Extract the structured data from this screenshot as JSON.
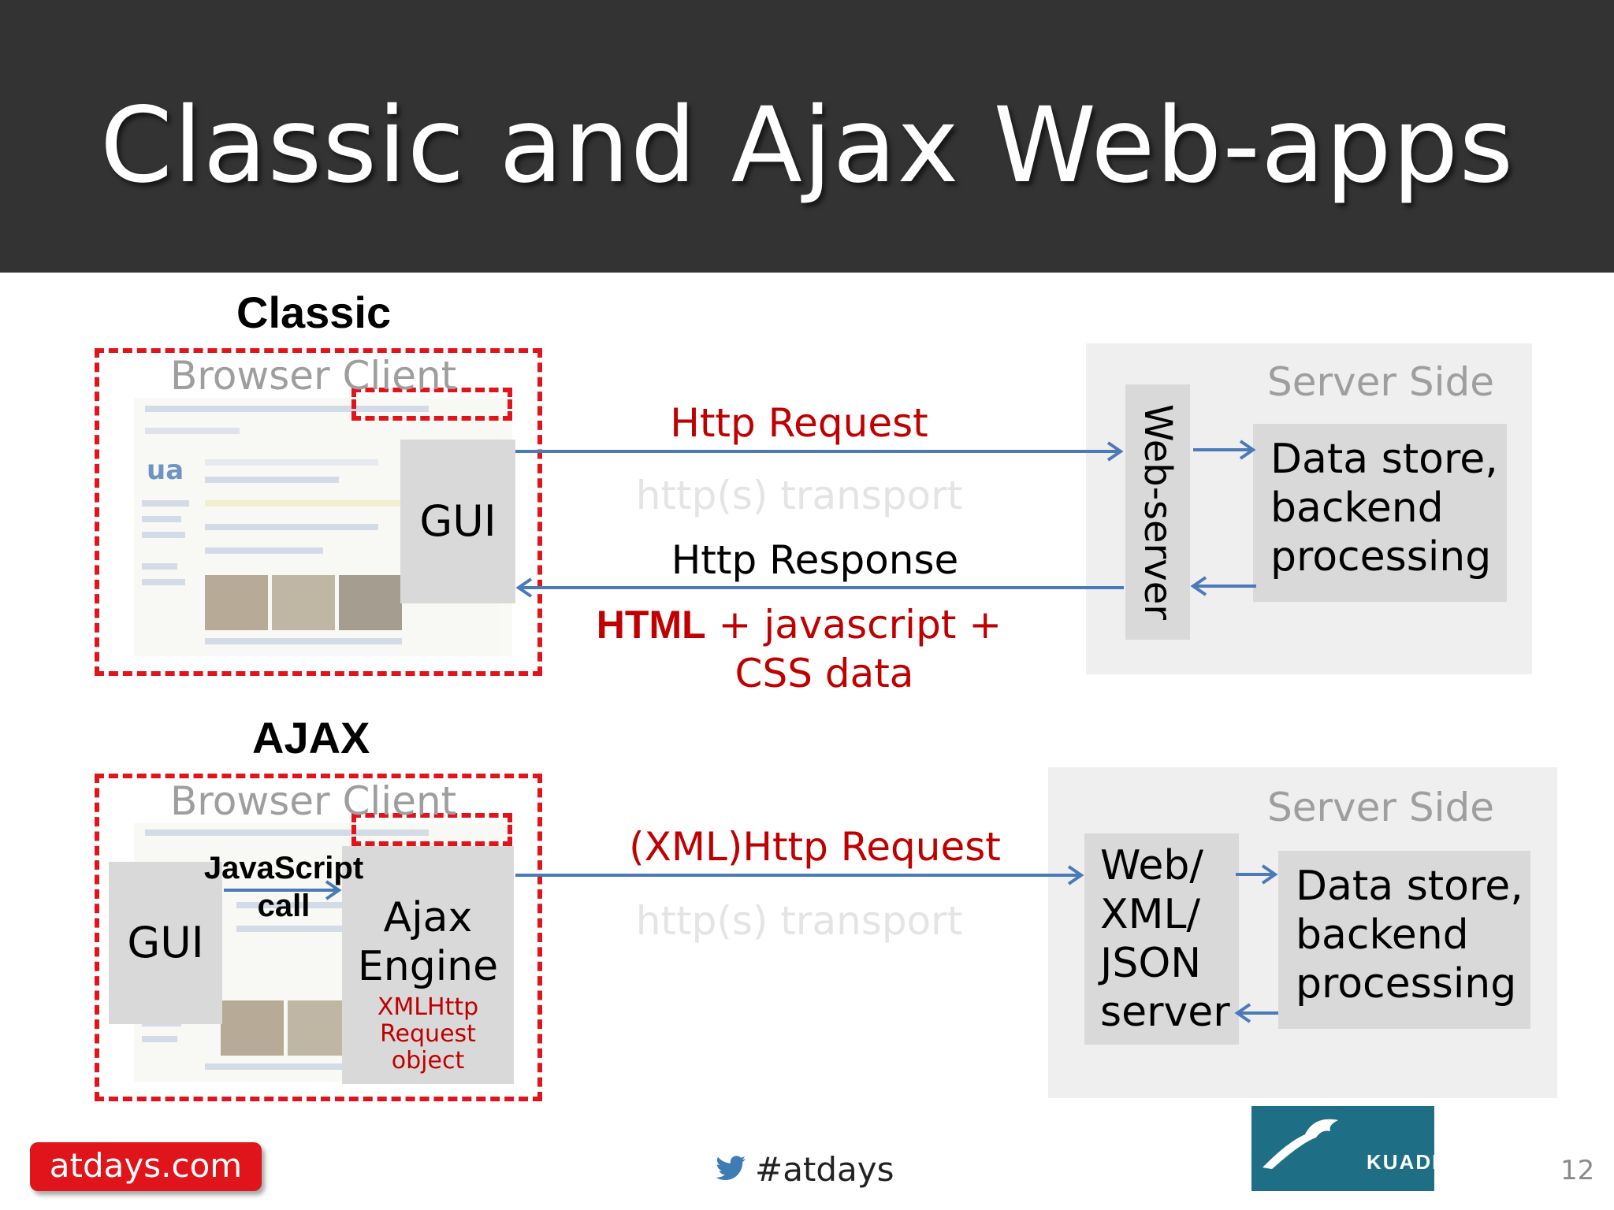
{
  "slide": {
    "title": "Classic and Ajax Web-apps",
    "page_number": "12"
  },
  "classic": {
    "label": "Classic",
    "browser_label": "Browser Client",
    "gui_label": "GUI",
    "request_label": "Http Request",
    "transport_label": "http(s) transport",
    "response_label": "Http Response",
    "payload_bold": "HTML",
    "payload_rest": " + javascript +",
    "payload_line2": "CSS data",
    "server_side_label": "Server Side",
    "webserver_label": "Web-server",
    "datastore_lines": [
      "Data store,",
      "backend",
      "processing"
    ]
  },
  "ajax": {
    "label": "AJAX",
    "browser_label": "Browser Client",
    "gui_label": "GUI",
    "js_call_lines": [
      "JavaScript",
      "call"
    ],
    "engine_lines": [
      "Ajax",
      "Engine"
    ],
    "engine_sub_lines": [
      "XMLHttp",
      "Request",
      "object"
    ],
    "request_label": "(XML)Http Request",
    "transport_label": "http(s) transport",
    "server_side_label": "Server Side",
    "server_lines": [
      "Web/",
      "XML/",
      "JSON",
      "server"
    ],
    "datastore_lines": [
      "Data store,",
      "backend",
      "processing"
    ]
  },
  "footer": {
    "site": "atdays.com",
    "hashtag": "#atdays",
    "logo_text": "KUADRIGA"
  },
  "colors": {
    "header_bg": "#333333",
    "dashed_red": "#e0141b",
    "text_red": "#c00000",
    "arrow_blue": "#4a7ab8",
    "box_gray": "#d9d9d9",
    "panel_gray": "#efefef",
    "logo_teal": "#1e6f85"
  }
}
